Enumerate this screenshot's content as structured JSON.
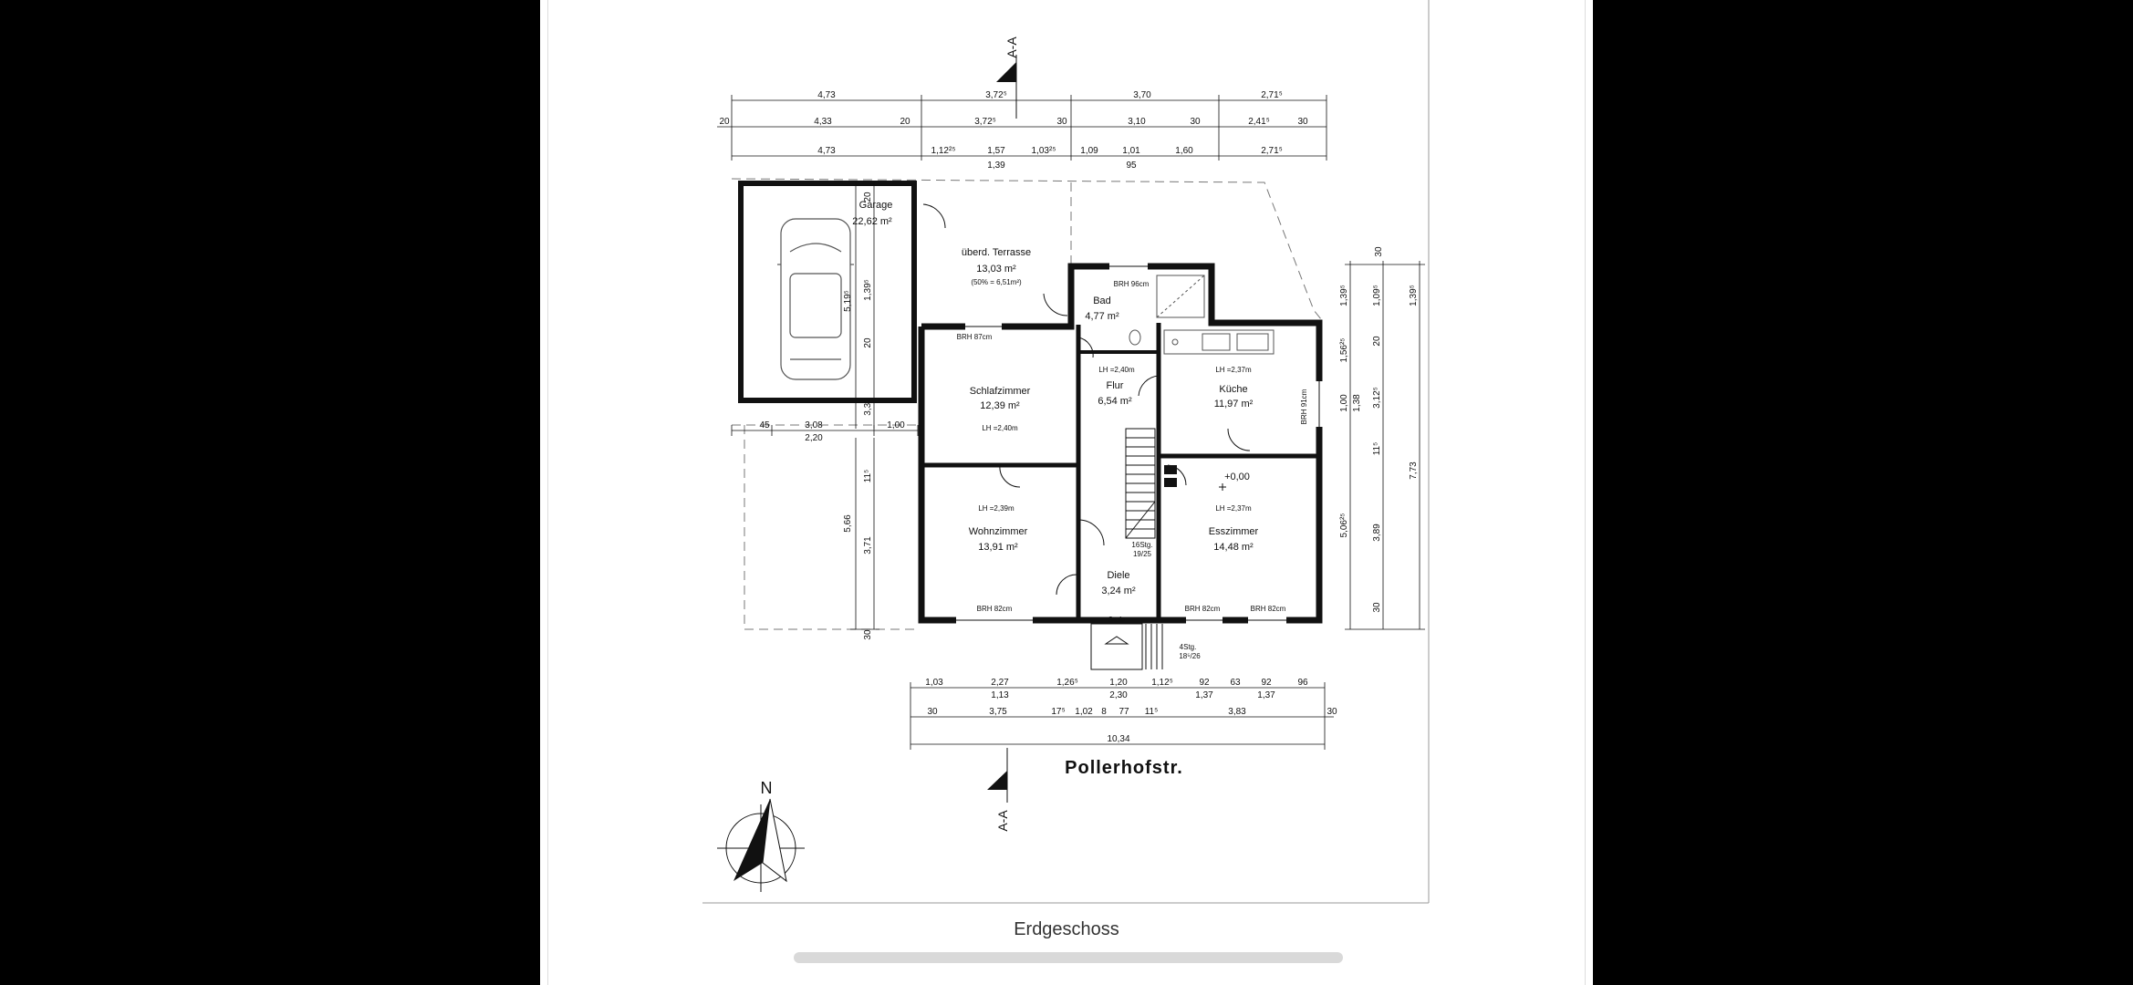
{
  "caption": "Erdgeschoss",
  "plan": {
    "section_marks": [
      "A-A",
      "A-A"
    ],
    "street": "Pollerhofstr.",
    "north_label": "N",
    "rooms": [
      {
        "name": "Garage",
        "area": "22,62 m²"
      },
      {
        "name": "überd. Terrasse",
        "area": "13,03 m²",
        "note": "(50% = 6,51m²)"
      },
      {
        "name": "Bad",
        "area": "4,77 m²",
        "note": "BRH 96cm"
      },
      {
        "name": "Schlafzimmer",
        "area": "12,39 m²",
        "note": "LH =2,40m",
        "brh": "BRH 87cm"
      },
      {
        "name": "Flur",
        "area": "6,54 m²",
        "note": "LH =2,40m"
      },
      {
        "name": "Küche",
        "area": "11,97 m²",
        "note": "LH =2,37m",
        "brh": "BRH 91cm"
      },
      {
        "name": "Wohnzimmer",
        "area": "13,91 m²",
        "note": "LH =2,39m",
        "brh": "BRH 82cm"
      },
      {
        "name": "Diele",
        "area": "3,24 m²"
      },
      {
        "name": "Esszimmer",
        "area": "14,48 m²",
        "note": "LH =2,37m",
        "brh1": "BRH 82cm",
        "brh2": "BRH 82cm"
      }
    ],
    "level": "+0,00",
    "stair_note_1": "16Stg.",
    "stair_note_2": "19/25",
    "entry_note_1": "4Stg.",
    "entry_note_2": "18⁵/26",
    "stufe": "Stufe",
    "dims_top_1": [
      "4,73",
      "3,72⁵",
      "3,70",
      "2,71⁵"
    ],
    "dims_top_2": [
      "20",
      "4,33",
      "20",
      "3,72⁵",
      "30",
      "3,10",
      "30",
      "2,41⁵",
      "30"
    ],
    "dims_top_3": [
      "4,73",
      "1,12²⁵",
      "1,57",
      "1,03²⁵",
      "1,09",
      "1,01",
      "1,60",
      "2,71⁵"
    ],
    "dims_top_3b": [
      "1,39",
      "95"
    ],
    "dims_bottom_1": [
      "1,03",
      "2,27",
      "1,26⁵",
      "1,20",
      "1,12⁵",
      "92",
      "63",
      "92",
      "96"
    ],
    "dims_bottom_1b": [
      "1,13",
      "2,30",
      "1,37",
      "1,37"
    ],
    "dims_bottom_2": [
      "30",
      "3,75",
      "17⁵",
      "1,02",
      "8",
      "77",
      "11⁵",
      "3,83",
      "30"
    ],
    "dims_bottom_total": "10,34",
    "dims_left_garage": [
      "45",
      "3,08",
      "1,00",
      "2,20"
    ],
    "dims_left_v": [
      "5,19⁵",
      "1,39⁵",
      "20",
      "20",
      "3,33",
      "11⁵",
      "5,66",
      "3,71",
      "30"
    ],
    "dims_right_v": [
      "30",
      "1,39⁵",
      "1,09⁵",
      "1,39⁵",
      "1,56²⁵",
      "20",
      "1,00",
      "1,38",
      "3,12⁵",
      "11⁵",
      "7,73",
      "5,06²⁵",
      "3,89",
      "30"
    ]
  }
}
